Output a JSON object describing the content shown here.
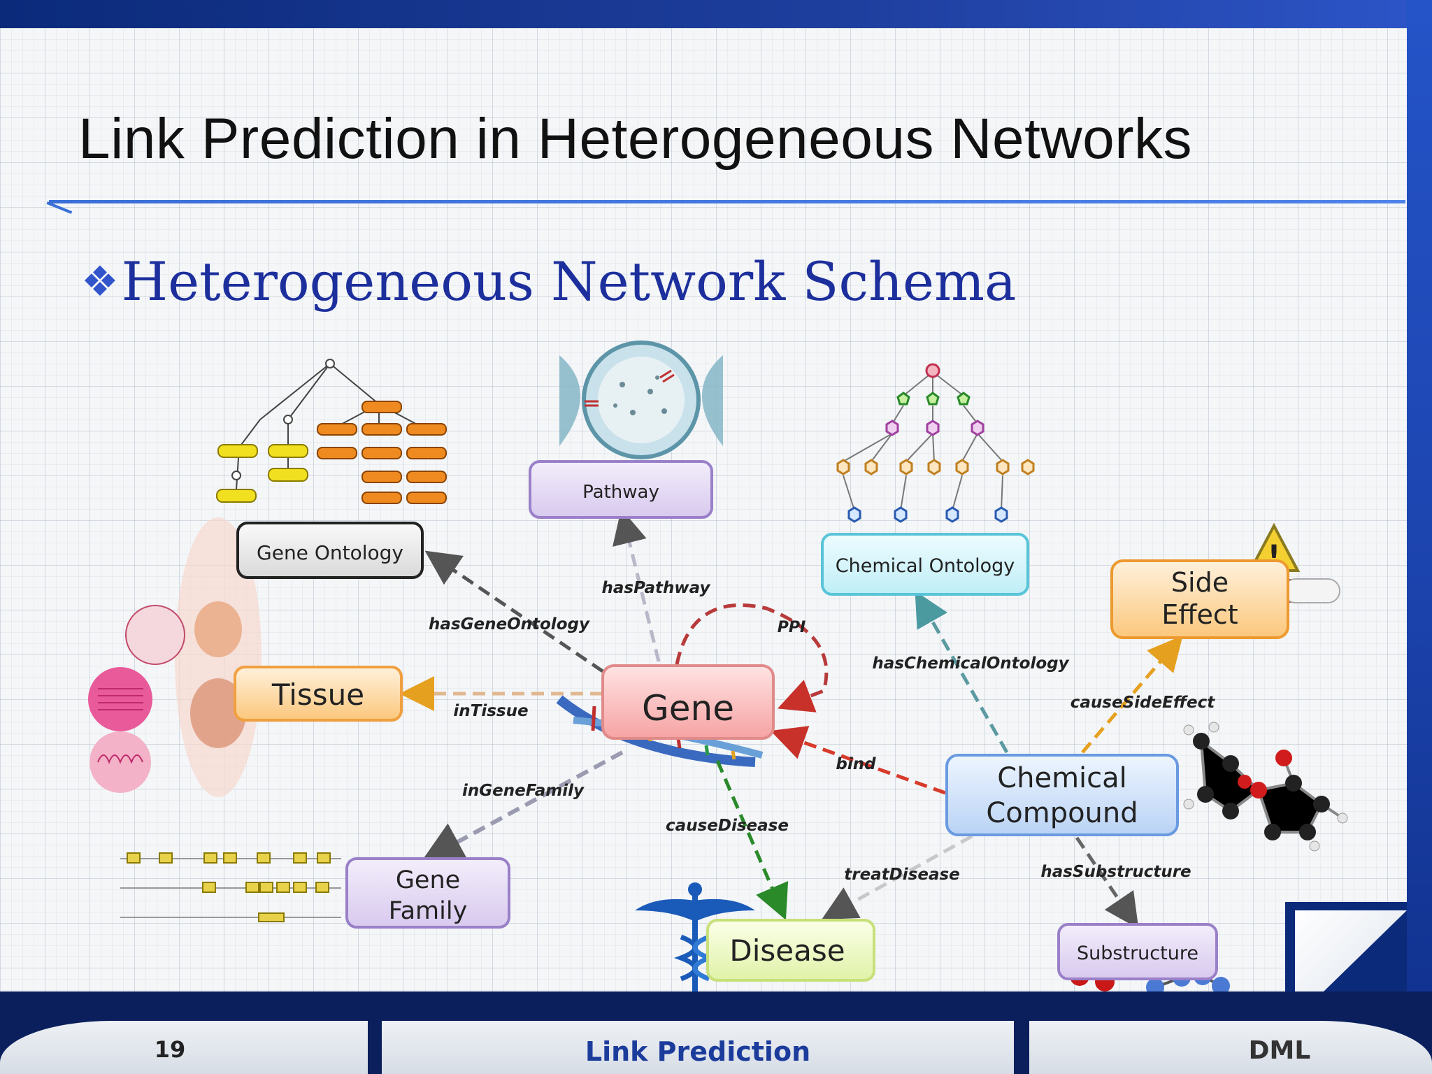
{
  "slide": {
    "title": "Link Prediction in Heterogeneous Networks",
    "bullet_glyph": "❖",
    "bullet_text": "Heterogeneous Network Schema"
  },
  "diagram": {
    "nodes": {
      "gene_ontology": "Gene Ontology",
      "pathway": "Pathway",
      "chemical_ontology": "Chemical Ontology",
      "side_effect_1": "Side",
      "side_effect_2": "Effect",
      "tissue": "Tissue",
      "gene": "Gene",
      "chemical_compound_1": "Chemical",
      "chemical_compound_2": "Compound",
      "gene_family_1": "Gene",
      "gene_family_2": "Family",
      "disease": "Disease",
      "substructure": "Substructure"
    },
    "edges": {
      "hasGeneOntology": "hasGeneOntology",
      "hasPathway": "hasPathway",
      "PPI": "PPI",
      "hasChemicalOntology": "hasChemicalOntology",
      "causeSideEffect": "causeSideEffect",
      "inTissue": "inTissue",
      "bind": "bind",
      "inGeneFamily": "inGeneFamily",
      "causeDisease": "causeDisease",
      "treatDisease": "treatDisease",
      "hasSubstructure": "hasSubstructure"
    }
  },
  "footer": {
    "page_number": "19",
    "center": "Link Prediction",
    "right": "DML"
  }
}
